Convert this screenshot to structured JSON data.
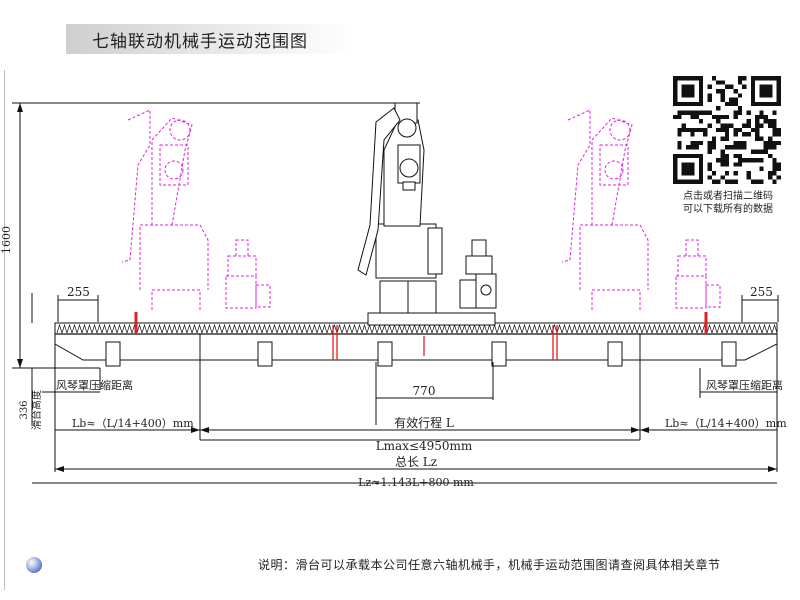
{
  "title": "七轴联动机械手运动范围图",
  "dimensions": {
    "height_1600": "1600",
    "width_255_left": "255",
    "width_255_right": "255",
    "width_770": "770",
    "bellows_left": "风琴罩压缩距离",
    "bellows_right": "风琴罩压缩距离",
    "slide_height_value": "336",
    "slide_height_label": "滑台高度",
    "lb_left": "Lb≈（L/14+400）mm",
    "lb_right": "Lb≈（L/14+400）mm",
    "effective_stroke": "有效行程 L",
    "lmax": "Lmax≤4950mm",
    "total_length": "总长 Lz",
    "lz_formula": "Lz≈1.143L+800 mm"
  },
  "qr": {
    "caption_line1": "点击或者扫描二维码",
    "caption_line2": "可以下载所有的数据"
  },
  "footer_note": "说明：滑台可以承载本公司任意六轴机械手，机械手运动范围图请查阅具体相关章节",
  "colors": {
    "ghost_robot": "#e020e0",
    "marker_red": "#e02020",
    "line": "#111111"
  }
}
